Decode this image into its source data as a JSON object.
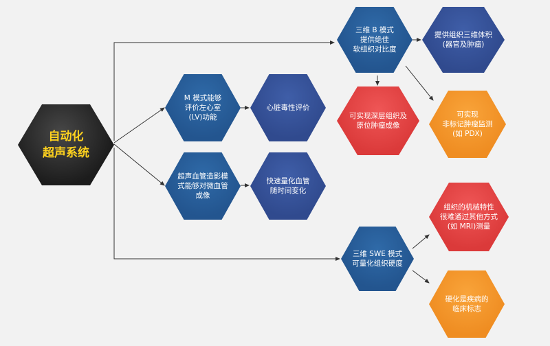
{
  "colors": {
    "background": "#f2f2f2",
    "blue": "#23558f",
    "navy": "#304a8e",
    "red": "#db3a3a",
    "orange": "#ef8d22",
    "black": "#1c1c1c",
    "root_text": "#ffd21e",
    "connector": "#333333"
  },
  "nodes": {
    "root": {
      "label": "自动化\n超声系统"
    },
    "m_mode": {
      "label": "M 模式能够\n评价左心室\n(LV)功能"
    },
    "cardiotox": {
      "label": "心脏毒性评价"
    },
    "vascular": {
      "label": "超声血管造影模\n式能够对微血管\n成像"
    },
    "rapid": {
      "label": "快速量化血管\n随时间变化"
    },
    "b_mode": {
      "label": "三维 B 模式\n提供绝佳\n软组织对比度"
    },
    "volume": {
      "label": "提供组织三维体积\n(器官及肿瘤)"
    },
    "deep": {
      "label": "可实现深层组织及\n原位肿瘤成像"
    },
    "nonlabel": {
      "label": "可实现\n非标记肿瘤监测\n(如 PDX)"
    },
    "swe": {
      "label": "三维 SWE 模式\n可量化组织硬度"
    },
    "mechanical": {
      "label": "组织的机械特性\n很难通过其他方式\n(如 MRI)测量"
    },
    "marker": {
      "label": "硬化是疾病的\n临床标志"
    }
  }
}
